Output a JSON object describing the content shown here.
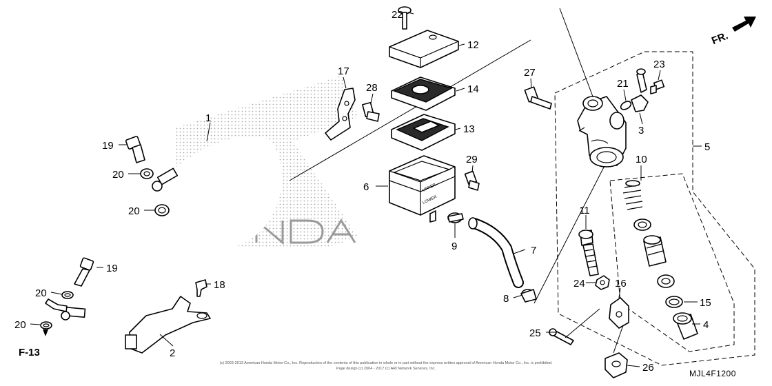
{
  "direction_label": "FR.",
  "reference_label": "F-13",
  "reservoir": {
    "upper_label": "UPPER",
    "lower_label": "LOWER"
  },
  "copyright": {
    "line1": "(c) 2003-2013 American Honda Motor Co., Inc. Reproduction of the contents of this publication in whole or in part without the express written approval of American Honda Motor Co., Inc. is prohibited.",
    "line2": "Page design (c) 2004 - 2017 (c) ARI Network Services, Inc."
  },
  "diagram_code": "MJL4F1200",
  "callouts": {
    "c1": "1",
    "c2": "2",
    "c3": "3",
    "c4": "4",
    "c5": "5",
    "c6": "6",
    "c7": "7",
    "c8": "8",
    "c9": "9",
    "c10": "10",
    "c11": "11",
    "c12": "12",
    "c13": "13",
    "c14": "14",
    "c15": "15",
    "c16": "16",
    "c17": "17",
    "c18": "18",
    "c19a": "19",
    "c19b": "19",
    "c20a": "20",
    "c20b": "20",
    "c20c": "20",
    "c20d": "20",
    "c21": "21",
    "c22": "22",
    "c23": "23",
    "c24": "24",
    "c25": "25",
    "c26": "26",
    "c27": "27",
    "c28": "28",
    "c29": "29"
  }
}
